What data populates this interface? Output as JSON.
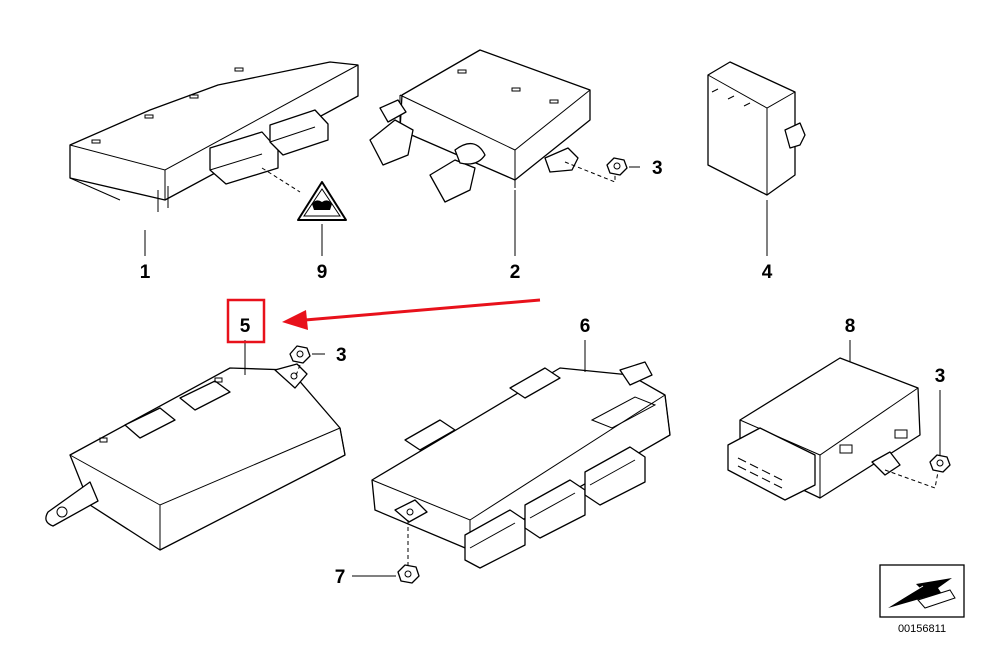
{
  "callouts": {
    "c1": "1",
    "c2": "2",
    "c3a": "3",
    "c3b": "3",
    "c3c": "3",
    "c4": "4",
    "c5": "5",
    "c6": "6",
    "c7": "7",
    "c8": "8",
    "c9": "9"
  },
  "highlight": {
    "target_callout": "5",
    "color": "#e8111b"
  },
  "reference_number": "00156811"
}
